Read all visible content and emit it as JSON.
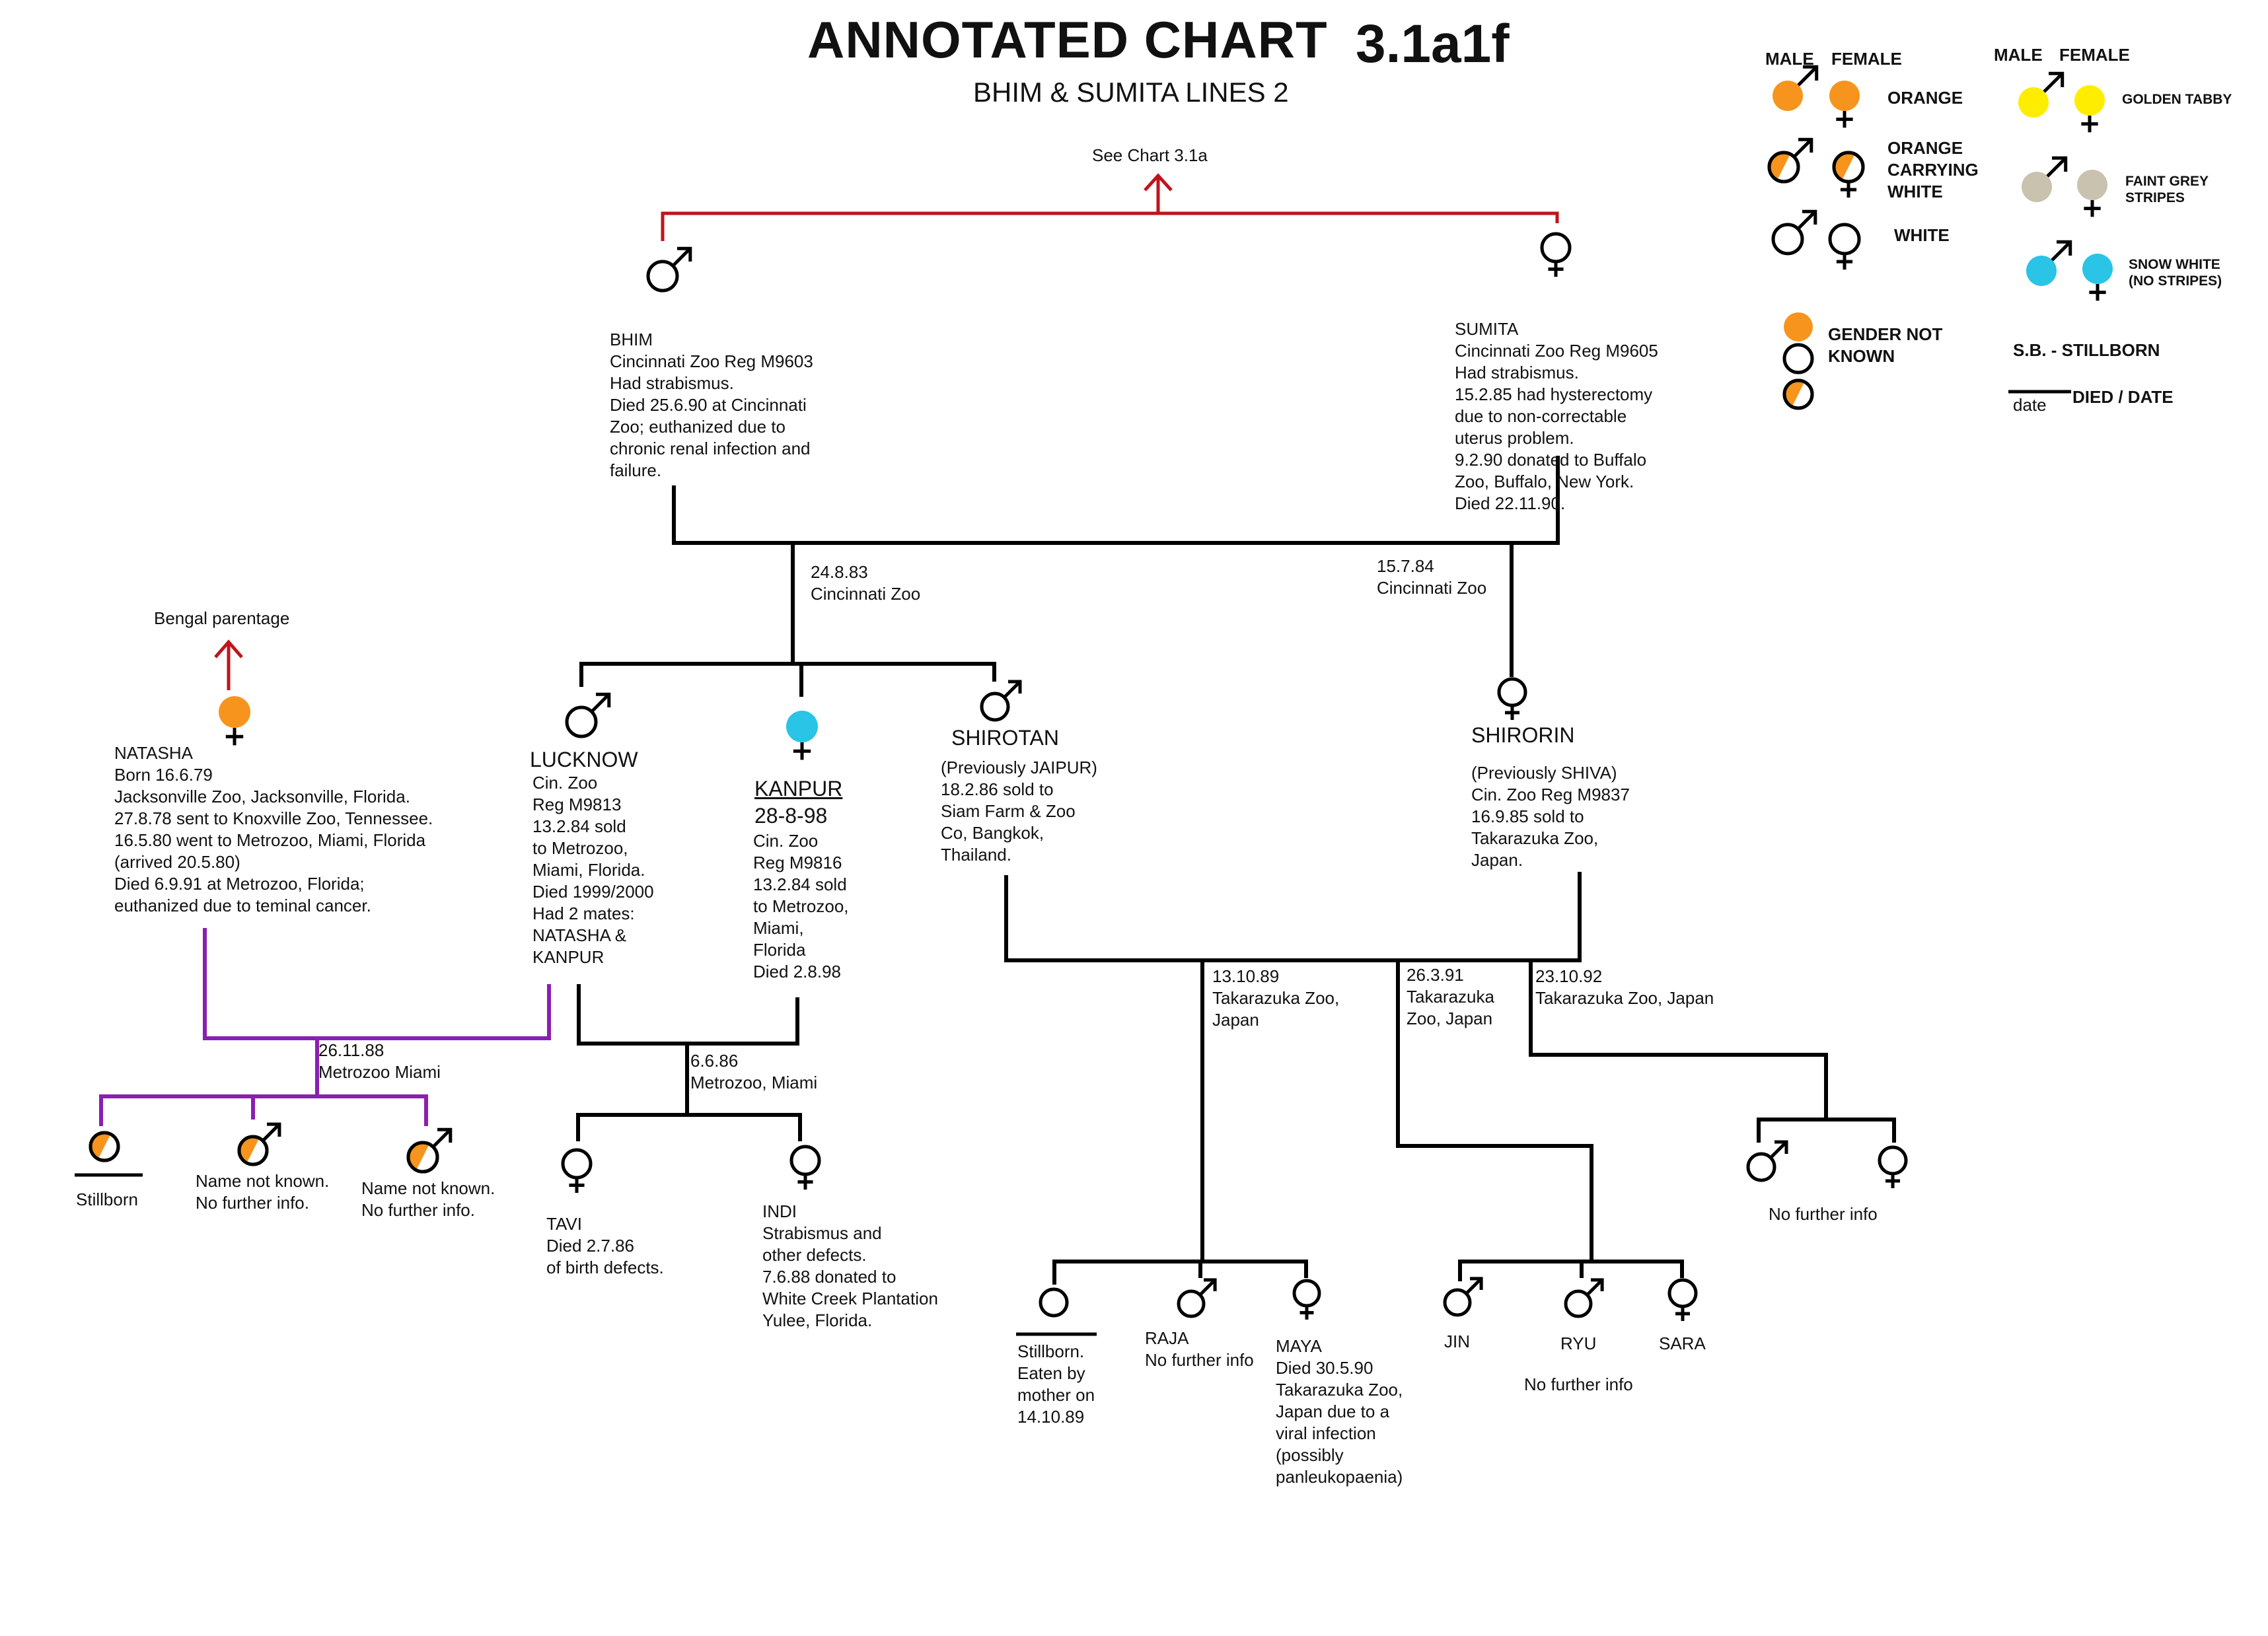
{
  "title": {
    "main": "ANNOTATED CHART",
    "code": "3.1a1f",
    "subtitle": "BHIM & SUMITA LINES 2"
  },
  "refs": {
    "see_chart": "See Chart 3.1a",
    "bengal": "Bengal parentage"
  },
  "colors": {
    "red_line": "#c0141c",
    "purple_line": "#8a1fb0",
    "orange": "#f7941d",
    "yellow": "#ffed00",
    "grey": "#c8c2ae",
    "blue": "#29c4e6"
  },
  "legend": {
    "male_header": "MALE",
    "female_header": "FEMALE",
    "orange": "ORANGE",
    "orange_carrying_white": [
      "ORANGE",
      "CARRYING",
      "WHITE"
    ],
    "white": "WHITE",
    "gender_not_known": [
      "GENDER NOT",
      "KNOWN"
    ],
    "golden_tabby": "GOLDEN TABBY",
    "faint_grey": [
      "FAINT GREY",
      "STRIPES"
    ],
    "snow_white": [
      "SNOW WHITE",
      "(NO STRIPES)"
    ],
    "stillborn": "S.B.  - STILLBORN",
    "died_date": "DIED / DATE",
    "date": "date"
  },
  "animals": {
    "bhim": {
      "lines": [
        "BHIM",
        "Cincinnati Zoo Reg M9603",
        "Had strabismus.",
        "Died 25.6.90 at Cincinnati",
        "Zoo; euthanized due to",
        "chronic renal infection and",
        "failure."
      ]
    },
    "sumita": {
      "lines": [
        "SUMITA",
        "Cincinnati Zoo Reg M9605",
        "Had strabismus.",
        "15.2.85 had hysterectomy",
        "due to non-correctable",
        "uterus problem.",
        "9.2.90 donated to Buffalo",
        "Zoo, Buffalo, New York.",
        "Died 22.11.90."
      ]
    },
    "natasha": {
      "lines": [
        "NATASHA",
        "Born 16.6.79",
        "Jacksonville Zoo, Jacksonville, Florida.",
        "27.8.78 sent to Knoxville Zoo, Tennessee.",
        "16.5.80 went to Metrozoo, Miami, Florida",
        "(arrived 20.5.80)",
        "Died 6.9.91 at Metrozoo, Florida;",
        "euthanized due to teminal cancer."
      ]
    },
    "lucknow": {
      "name": "LUCKNOW",
      "lines": [
        "Cin. Zoo",
        "Reg M9813",
        "13.2.84 sold",
        "to Metrozoo,",
        "Miami, Florida.",
        "Died 1999/2000",
        "Had 2 mates:",
        "NATASHA &",
        "KANPUR"
      ]
    },
    "kanpur": {
      "name": "KANPUR",
      "date": "28-8-98",
      "lines": [
        "Cin. Zoo",
        "Reg M9816",
        "13.2.84 sold",
        "to Metrozoo,",
        "Miami,",
        "Florida",
        "Died 2.8.98"
      ]
    },
    "shirotan": {
      "name": "SHIROTAN",
      "lines": [
        "(Previously JAIPUR)",
        "18.2.86 sold to",
        "Siam Farm & Zoo",
        "Co, Bangkok,",
        "Thailand."
      ]
    },
    "shirorin": {
      "name": "SHIRORIN",
      "lines": [
        "(Previously SHIVA)",
        "Cin. Zoo Reg M9837",
        "16.9.85 sold to",
        "Takarazuka Zoo,",
        "Japan."
      ]
    },
    "tavi": {
      "lines": [
        "TAVI",
        "Died 2.7.86",
        "of birth defects."
      ]
    },
    "indi": {
      "lines": [
        "INDI",
        "Strabismus and",
        "other defects.",
        "7.6.88 donated to",
        "White Creek Plantation",
        "Yulee, Florida."
      ]
    },
    "stillborn1": "Stillborn",
    "nk1": [
      "Name not known.",
      "No further info."
    ],
    "nk2": [
      "Name not known.",
      "No further info."
    ],
    "stillborn2": [
      "Stillborn.",
      "Eaten by",
      "mother on",
      "14.10.89"
    ],
    "raja": [
      "RAJA",
      "No further info"
    ],
    "maya": [
      "MAYA",
      "Died 30.5.90",
      "Takarazuka Zoo,",
      "Japan due to a",
      "viral infection",
      "(possibly",
      "panleukopaenia)"
    ],
    "jin": "JIN",
    "ryu": "RYU",
    "sara": "SARA",
    "nfi_group": "No  further  info",
    "nfi_right": "No  further info"
  },
  "matings": {
    "bhim_sumita_1": [
      "24.8.83",
      "Cincinnati Zoo"
    ],
    "bhim_sumita_2": [
      "15.7.84",
      "Cincinnati Zoo"
    ],
    "natasha_lucknow": [
      "26.11.88",
      "Metrozoo Miami"
    ],
    "lucknow_kanpur": [
      "6.6.86",
      "Metrozoo, Miami"
    ],
    "shiro_1": [
      "13.10.89",
      "Takarazuka Zoo,",
      "Japan"
    ],
    "shiro_2": [
      "26.3.91",
      "Takarazuka",
      "Zoo, Japan"
    ],
    "shiro_3": [
      "23.10.92",
      "Takarazuka Zoo, Japan"
    ]
  }
}
